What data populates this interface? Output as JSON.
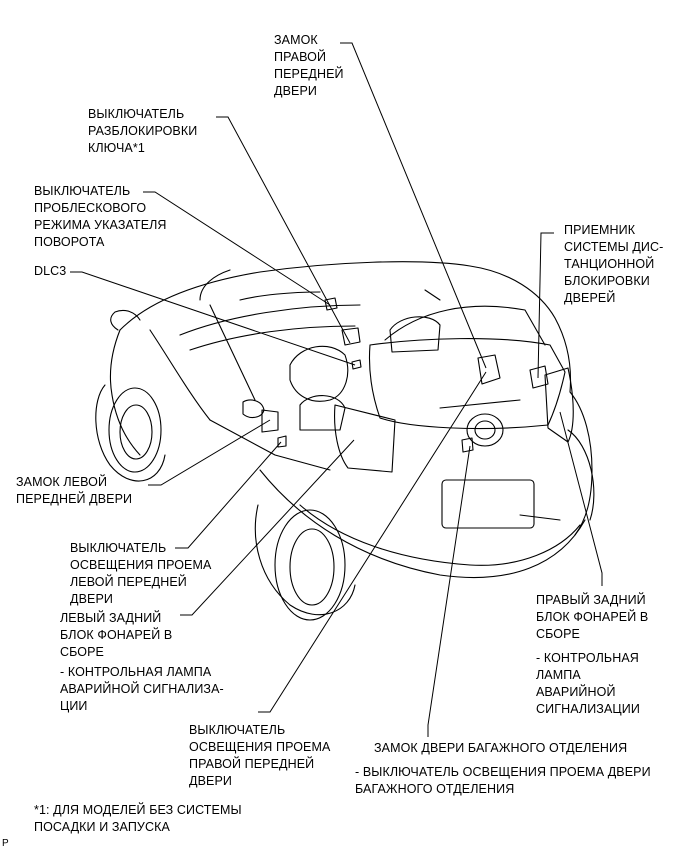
{
  "labels": {
    "right_front_door_lock": "ЗАМОК\nПРАВОЙ\nПЕРЕДНЕЙ\nДВЕРИ",
    "key_unlock_switch": "ВЫКЛЮЧАТЕЛЬ\nРАЗБЛОКИРОВКИ\nКЛЮЧА*1",
    "hazard_switch": "ВЫКЛЮЧАТЕЛЬ\nПРОБЛЕСКОВОГО\nРЕЖИМА УКАЗАТЕЛЯ\nПОВОРОТА",
    "dlc3": "DLC3",
    "door_control_receiver": "ПРИЕМНИК\nСИСТЕМЫ ДИС-\nТАНЦИОННОЙ\nБЛОКИРОВКИ\nДВЕРЕЙ",
    "left_front_door_lock": "ЗАМОК ЛЕВОЙ\nПЕРЕДНЕЙ ДВЕРИ",
    "left_front_courtesy_switch": "ВЫКЛЮЧАТЕЛЬ\nОСВЕЩЕНИЯ ПРОЕМА\nЛЕВОЙ ПЕРЕДНЕЙ\nДВЕРИ",
    "left_rear_combination_light": "ЛЕВЫЙ ЗАДНИЙ\nБЛОК ФОНАРЕЙ В\nСБОРЕ",
    "left_hazard_warning_light": "- КОНТРОЛЬНАЯ ЛАМПА\nАВАРИЙНОЙ СИГНАЛИЗА-\nЦИИ",
    "right_front_courtesy_switch": "ВЫКЛЮЧАТЕЛЬ\nОСВЕЩЕНИЯ ПРОЕМА\nПРАВОЙ ПЕРЕДНЕЙ\nДВЕРИ",
    "back_door_lock": "ЗАМОК ДВЕРИ БАГАЖНОГО ОТДЕЛЕНИЯ",
    "back_door_courtesy_switch": "- ВЫКЛЮЧАТЕЛЬ ОСВЕЩЕНИЯ ПРОЕМА ДВЕРИ\nБАГАЖНОГО ОТДЕЛЕНИЯ",
    "right_rear_combination_light": "ПРАВЫЙ ЗАДНИЙ\nБЛОК ФОНАРЕЙ В\nСБОРЕ",
    "right_hazard_warning_light": "- КОНТРОЛЬНАЯ\nЛАМПА\nАВАРИЙНОЙ\nСИГНАЛИЗАЦИИ"
  },
  "footnote": "*1: ДЛЯ МОДЕЛЕЙ БЕЗ СИСТЕМЫ\nПОСАДКИ И ЗАПУСКА",
  "corner_mark": "P"
}
